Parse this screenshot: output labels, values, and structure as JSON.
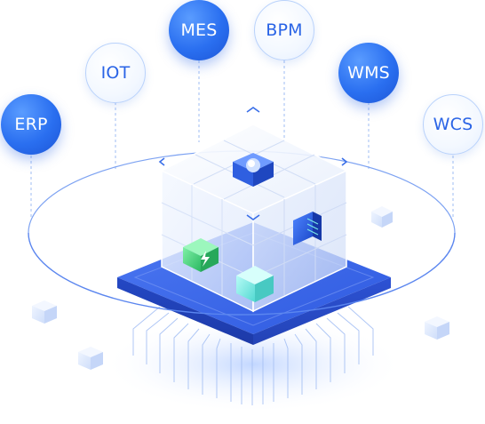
{
  "nodes": [
    {
      "id": "erp",
      "label": "ERP",
      "style": "filled"
    },
    {
      "id": "iot",
      "label": "IOT",
      "style": "outline"
    },
    {
      "id": "mes",
      "label": "MES",
      "style": "filled"
    },
    {
      "id": "bpm",
      "label": "BPM",
      "style": "outline"
    },
    {
      "id": "wms",
      "label": "WMS",
      "style": "filled"
    },
    {
      "id": "wcs",
      "label": "WCS",
      "style": "outline"
    }
  ],
  "colors": {
    "primary": "#2a6ff0",
    "outline_text": "#2a64e6",
    "platform": "#3a63e8",
    "accent_green": "#3fd07a",
    "accent_cyan": "#5fe3e0",
    "ring": "#4a7ff0"
  }
}
